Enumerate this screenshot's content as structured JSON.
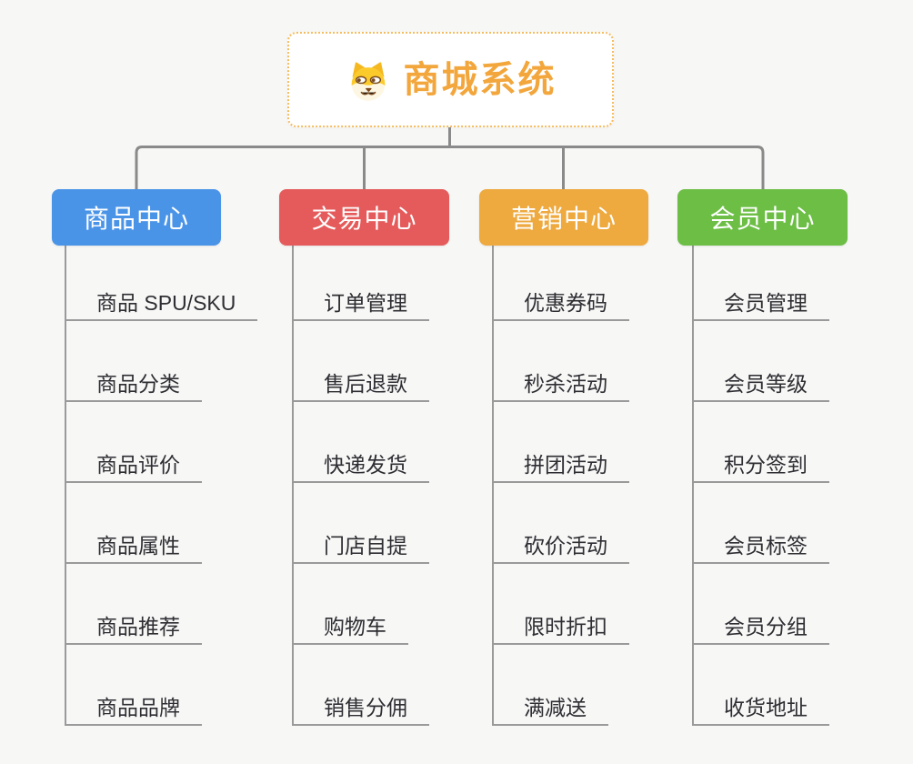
{
  "root": {
    "title": "商城系统",
    "icon": "dog-face-icon",
    "accent_color": "#f2a63c",
    "border_color": "#f5bc60"
  },
  "connector_color": "#8a8a8a",
  "branches": [
    {
      "label": "商品中心",
      "color": "#4a94e8",
      "items": [
        "商品 SPU/SKU",
        "商品分类",
        "商品评价",
        "商品属性",
        "商品推荐",
        "商品品牌"
      ]
    },
    {
      "label": "交易中心",
      "color": "#e55b5b",
      "items": [
        "订单管理",
        "售后退款",
        "快递发货",
        "门店自提",
        "购物车",
        "销售分佣"
      ]
    },
    {
      "label": "营销中心",
      "color": "#eea93f",
      "items": [
        "优惠券码",
        "秒杀活动",
        "拼团活动",
        "砍价活动",
        "限时折扣",
        "满减送"
      ]
    },
    {
      "label": "会员中心",
      "color": "#6cbe45",
      "items": [
        "会员管理",
        "会员等级",
        "积分签到",
        "会员标签",
        "会员分组",
        "收货地址"
      ]
    }
  ]
}
